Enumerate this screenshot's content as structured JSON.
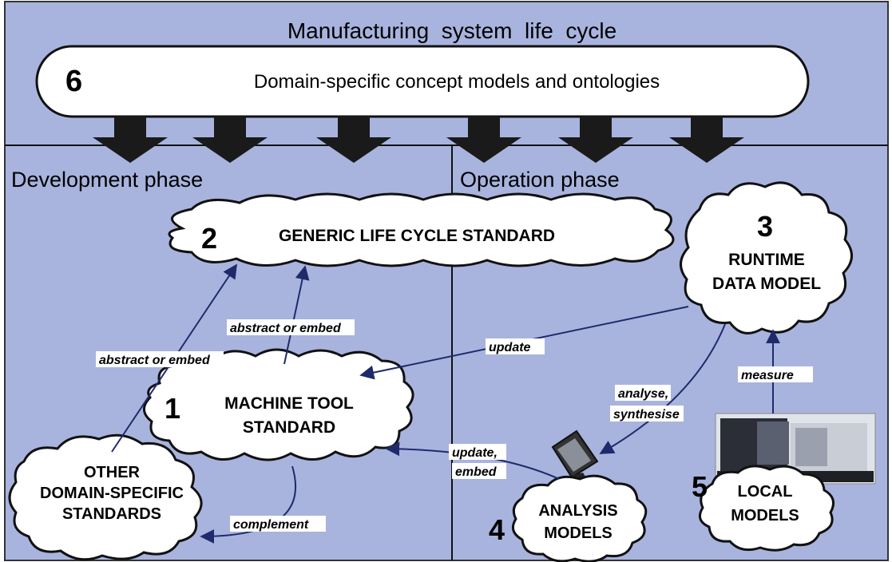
{
  "title": "Manufacturing  system  life  cycle",
  "top_box": {
    "number": "6",
    "label": "Domain-specific concept models and ontologies"
  },
  "phases": {
    "development": "Development phase",
    "operation": "Operation phase"
  },
  "nodes": {
    "generic": {
      "number": "2",
      "label": "GENERIC LIFE CYCLE STANDARD"
    },
    "runtime": {
      "number": "3",
      "line1": "RUNTIME",
      "line2": "DATA MODEL"
    },
    "machine": {
      "number": "1",
      "line1": "MACHINE TOOL",
      "line2": "STANDARD"
    },
    "other": {
      "line1": "OTHER",
      "line2": "DOMAIN-SPECIFIC",
      "line3": "STANDARDS"
    },
    "analysis": {
      "number": "4",
      "line1": "ANALYSIS",
      "line2": "MODELS"
    },
    "local": {
      "number": "5",
      "line1": "LOCAL",
      "line2": "MODELS"
    }
  },
  "edges": {
    "abstract_embed_1": "abstract or embed",
    "abstract_embed_2": "abstract or embed",
    "update": "update",
    "analyse_1": "analyse,",
    "analyse_2": "synthesise",
    "measure": "measure",
    "update_embed_1": "update,",
    "update_embed_2": "embed",
    "complement": "complement"
  },
  "colors": {
    "background": "#a8b4de",
    "cloud_fill": "#ffffff",
    "arrow_dark": "#1a1a1a",
    "edge_line": "#1f2a6b"
  }
}
